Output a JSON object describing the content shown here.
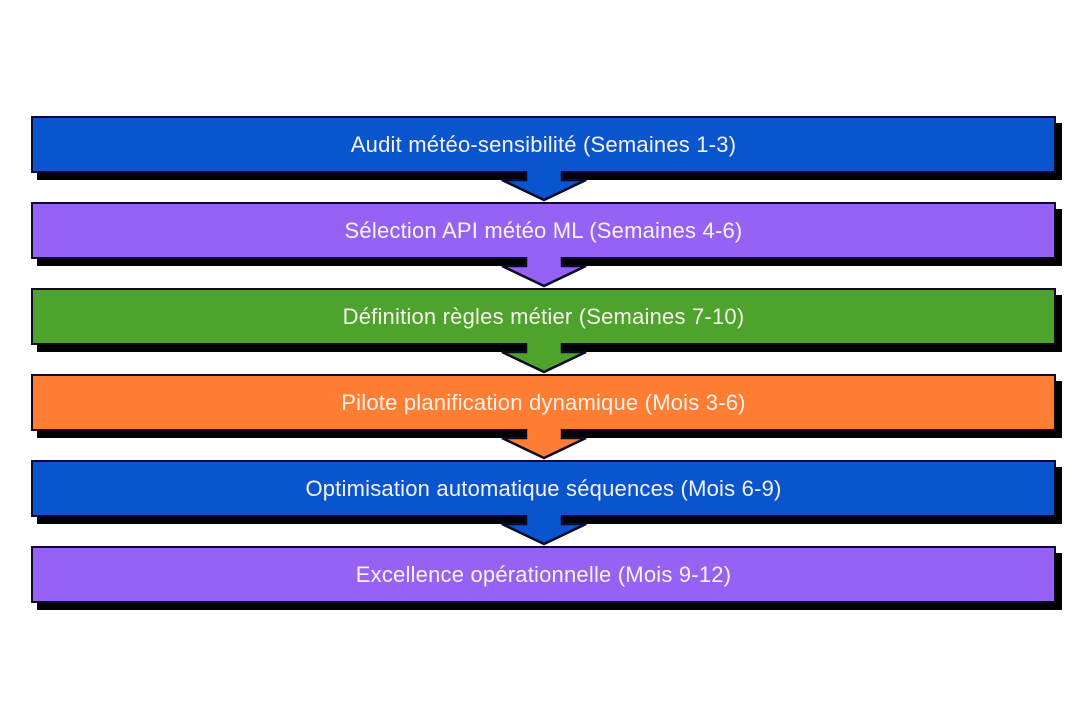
{
  "diagram": {
    "steps": [
      {
        "label": "Audit météo-sensibilité (Semaines 1-3)",
        "color": "#0855CE"
      },
      {
        "label": "Sélection API météo ML (Semaines 4-6)",
        "color": "#9662F3"
      },
      {
        "label": "Définition règles métier (Semaines 7-10)",
        "color": "#4DA32B"
      },
      {
        "label": "Pilote planification dynamique (Mois 3-6)",
        "color": "#FF7E33"
      },
      {
        "label": "Optimisation automatique séquences (Mois 6-9)",
        "color": "#0855CE"
      },
      {
        "label": "Excellence opérationnelle (Mois 9-12)",
        "color": "#9662F3"
      }
    ],
    "colors": {
      "text": "#F7F3EC",
      "outline": "#0B0B26",
      "shadow": "#000000",
      "background": "#FFFFFF"
    }
  }
}
